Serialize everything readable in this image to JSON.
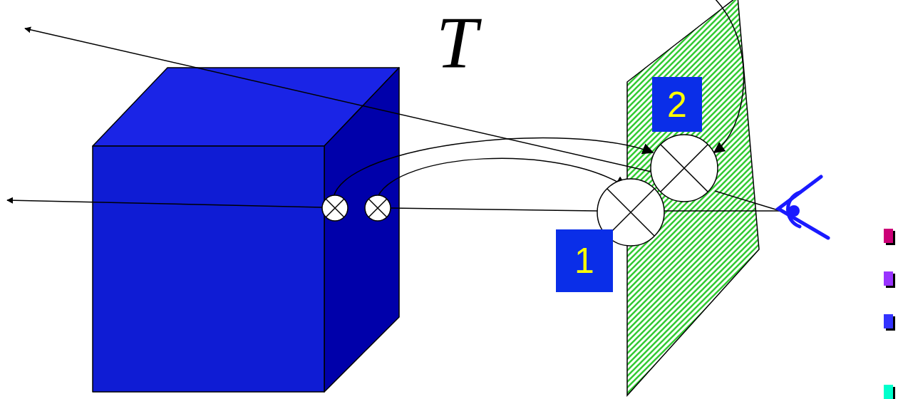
{
  "diagram": {
    "nodes": [
      {
        "text": [
          "2"
        ]
      },
      {
        "text": [
          "1"
        ]
      }
    ],
    "labels": [
      "T"
    ]
  }
}
